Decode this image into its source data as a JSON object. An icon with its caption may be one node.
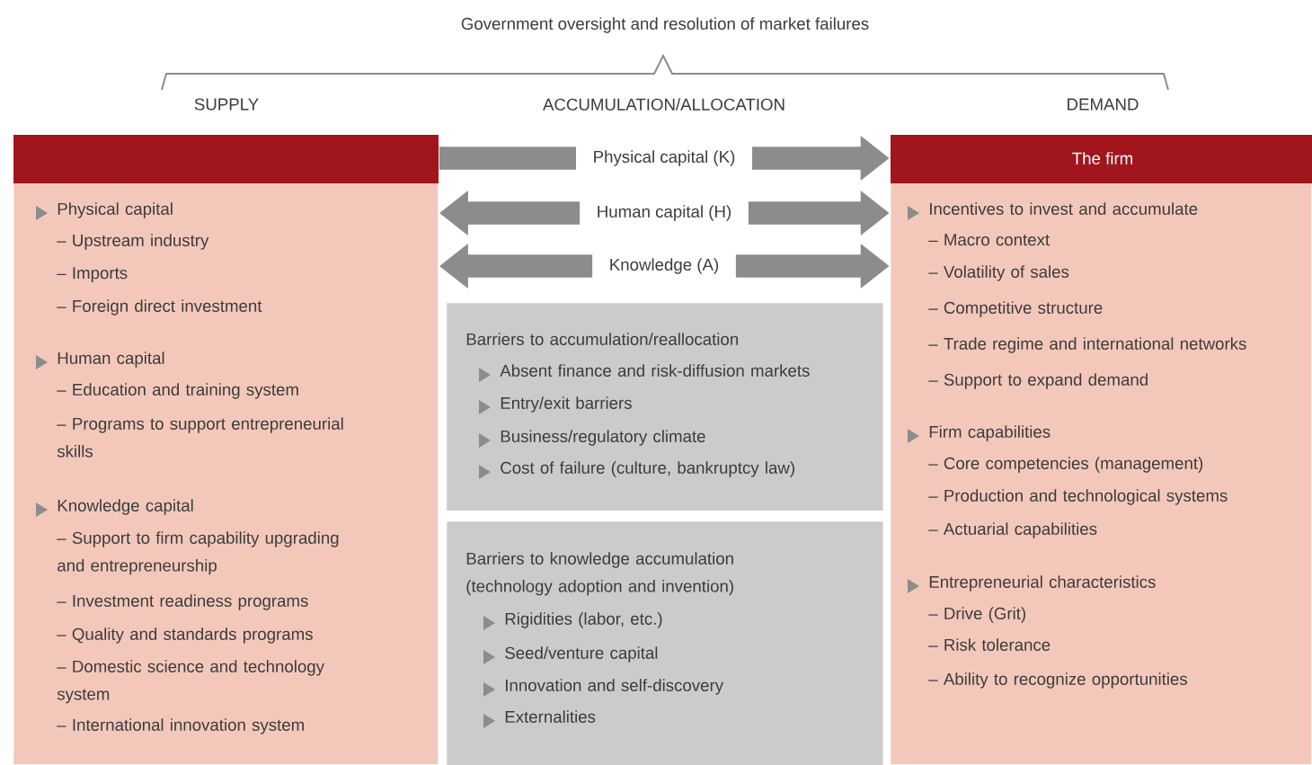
{
  "diagram": {
    "title": "Government oversight and resolution of market failures",
    "nodes": [
      {
        "text": [
          "SUPPLY",
          "Physical capital",
          "– Upstream industry",
          "– Imports",
          "– Foreign direct investment",
          "Human capital",
          "– Education and training system",
          "– Programs to support entrepreneurial skills",
          "Knowledge capital",
          "– Support to firm capability upgrading and entrepreneurship",
          "– Investment readiness programs",
          "– Quality and standards programs",
          "– Domestic science and technology system",
          "– International innovation system"
        ]
      },
      {
        "text": [
          "Barriers to accumulation/reallocation",
          "Absent finance and risk-diffusion markets",
          "Entry/exit barriers",
          "Business/regulatory climate",
          "Cost of failure (culture, bankruptcy law)"
        ]
      },
      {
        "text": [
          "Barriers to knowledge accumulation (technology adoption and invention)",
          "Rigidities (labor, etc.)",
          "Seed/venture capital",
          "Innovation and self-discovery",
          "Externalities"
        ]
      },
      {
        "text": [
          "DEMAND",
          "The firm",
          "Incentives to invest and accumulate",
          "– Macro context",
          "– Volatility of sales",
          "– Competitive structure",
          "– Trade regime and international networks",
          "– Support to expand demand",
          "Firm capabilities",
          "– Core competencies (management)",
          "– Production and technological systems",
          "– Actuarial capabilities",
          "Entrepreneurial characteristics",
          "– Drive (Grit)",
          "– Risk tolerance",
          "– Ability to recognize opportunities"
        ]
      }
    ],
    "edges": [
      {
        "from": 0,
        "to": 3,
        "arrow": "to",
        "label": "Physical capital (K)"
      },
      {
        "from": 0,
        "to": 3,
        "arrow": "both",
        "label": "Human capital (H)"
      },
      {
        "from": 0,
        "to": 3,
        "arrow": "both",
        "label": "Knowledge (A)"
      }
    ],
    "labels": [
      "ACCUMULATION/ALLOCATION"
    ]
  }
}
